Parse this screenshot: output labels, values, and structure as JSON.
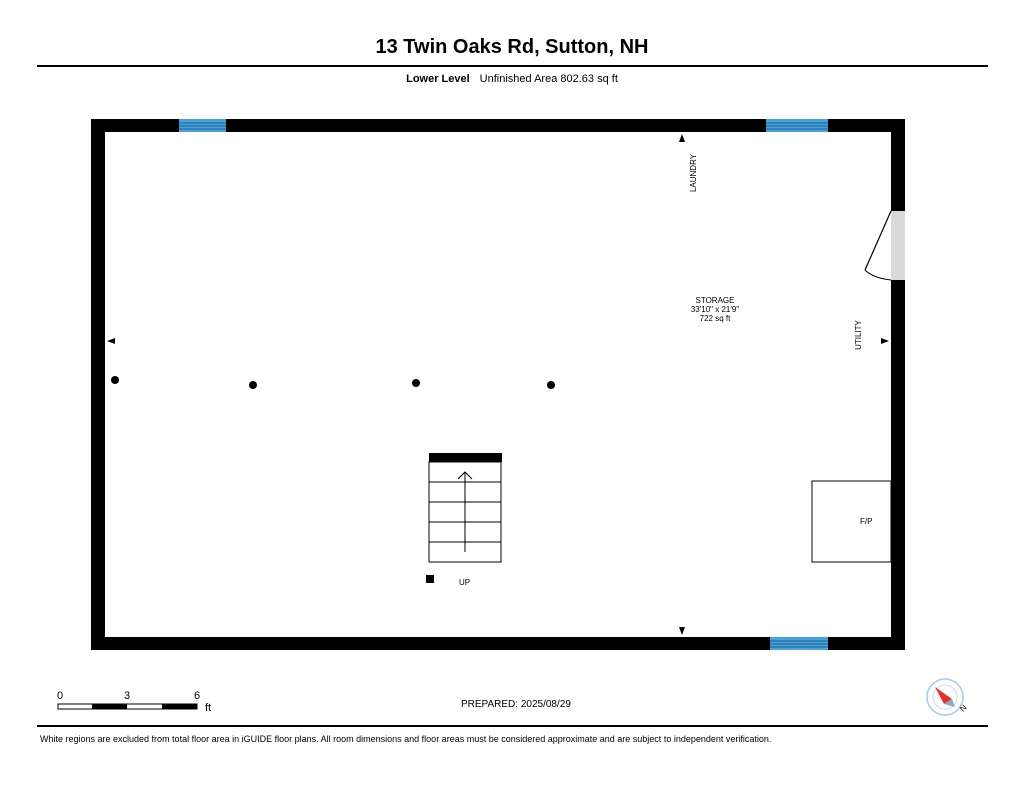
{
  "header": {
    "title": "13 Twin Oaks Rd, Sutton, NH",
    "level_name": "Lower Level",
    "area_text": "Unfinished Area 802.63 sq ft"
  },
  "rooms": {
    "storage": {
      "name": "STORAGE",
      "dimensions": "33'10\" x 21'9\"",
      "area": "722 sq ft"
    },
    "laundry_label": "LAUNDRY",
    "utility_label": "UTILITY",
    "fp_label": "F/P",
    "stairs_label": "UP"
  },
  "scale_bar": {
    "ticks": [
      "0",
      "3",
      "6"
    ],
    "unit": "ft"
  },
  "compass": {
    "label": "N"
  },
  "footer": {
    "prepared": "PREPARED: 2025/08/29",
    "disclaimer": "White regions are excluded from total floor area in iGUIDE floor plans. All room dimensions and floor areas must be considered approximate and are subject to independent verification."
  },
  "colors": {
    "wall": "#000000",
    "window": "#4aa3d8",
    "door_swing": "#d9d9d9",
    "compass_ring": "#a7c7e7",
    "compass_needle": "#e03030"
  }
}
